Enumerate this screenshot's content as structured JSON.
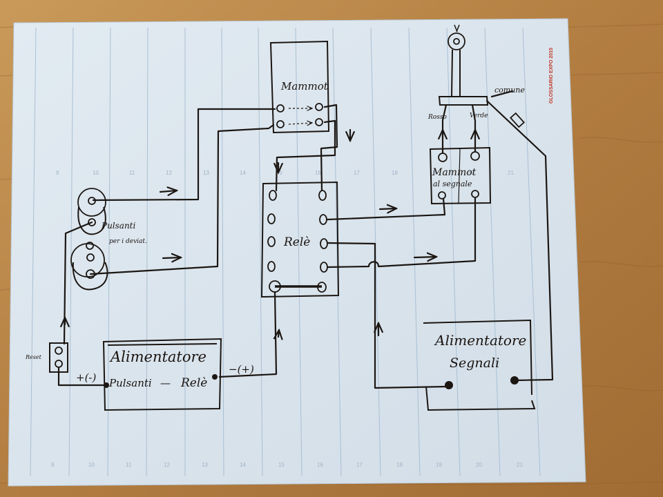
{
  "labels": {
    "mammot_top": "Mammot",
    "rele": "Relè",
    "pulsanti": "Pulsanti",
    "pulsanti_sub": "per i deviat.",
    "reset": "Reset",
    "psu1_title": "Alimentatore",
    "psu1_left": "Pulsanti",
    "psu1_dash": "—",
    "psu1_right": "Relè",
    "psu1_minus": "+(-)",
    "psu1_plus": "−(+)",
    "psu2_title": "Alimentatore",
    "psu2_sub": "Segnali",
    "mammot_sig": "Mammot",
    "mammot_sig_sub": "al segnale",
    "rosso": "Rosso",
    "verde": "Verde",
    "comune": "comune",
    "sheet_brand": "GLOSSARIO EXPO 2015"
  },
  "page_numbers_top": [
    "9",
    "10",
    "11",
    "12",
    "13",
    "14",
    "15",
    "16",
    "17",
    "18",
    "19",
    "20",
    "21"
  ],
  "page_numbers_bottom": [
    "9",
    "10",
    "11",
    "12",
    "13",
    "14",
    "15",
    "16",
    "17",
    "18",
    "19",
    "20",
    "21"
  ],
  "colors": {
    "wood": "#b8864a",
    "paper": "#dce6ee",
    "rule_line": "#a9bfd3",
    "ink": "#1b1612",
    "brand_red": "#c0392b"
  }
}
